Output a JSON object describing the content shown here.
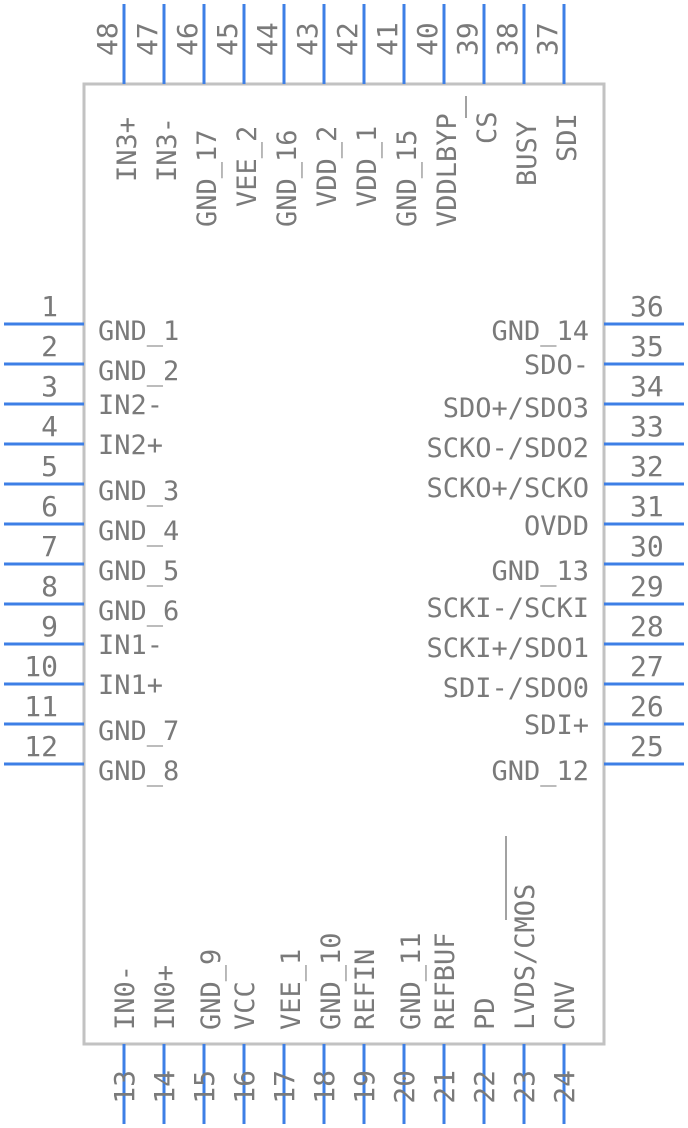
{
  "pins": {
    "left": [
      {
        "num": "1",
        "name": "GND_1"
      },
      {
        "num": "2",
        "name": "GND_2"
      },
      {
        "num": "3",
        "name": "IN2-"
      },
      {
        "num": "4",
        "name": "IN2+"
      },
      {
        "num": "5",
        "name": "GND_3"
      },
      {
        "num": "6",
        "name": "GND_4"
      },
      {
        "num": "7",
        "name": "GND_5"
      },
      {
        "num": "8",
        "name": "GND_6"
      },
      {
        "num": "9",
        "name": "IN1-"
      },
      {
        "num": "10",
        "name": "IN1+"
      },
      {
        "num": "11",
        "name": "GND_7"
      },
      {
        "num": "12",
        "name": "GND_8"
      }
    ],
    "bottom": [
      {
        "num": "13",
        "name": "IN0-"
      },
      {
        "num": "14",
        "name": "IN0+"
      },
      {
        "num": "15",
        "name": "GND_9"
      },
      {
        "num": "16",
        "name": "VCC"
      },
      {
        "num": "17",
        "name": "VEE_1"
      },
      {
        "num": "18",
        "name": "GND_10"
      },
      {
        "num": "19",
        "name": "REFIN"
      },
      {
        "num": "20",
        "name": "GND_11"
      },
      {
        "num": "21",
        "name": "REFBUF"
      },
      {
        "num": "22",
        "name": "PD"
      },
      {
        "num": "23",
        "name": "LVDS/CMOS"
      },
      {
        "num": "24",
        "name": "CNV"
      }
    ],
    "right": [
      {
        "num": "25",
        "name": "GND_12"
      },
      {
        "num": "26",
        "name": "SDI+"
      },
      {
        "num": "27",
        "name": "SDI-/SDO0"
      },
      {
        "num": "28",
        "name": "SCKI+/SDO1"
      },
      {
        "num": "29",
        "name": "SCKI-/SCKI"
      },
      {
        "num": "30",
        "name": "GND_13"
      },
      {
        "num": "31",
        "name": "OVDD"
      },
      {
        "num": "32",
        "name": "SCKO+/SCKO"
      },
      {
        "num": "33",
        "name": "SCKO-/SDO2"
      },
      {
        "num": "34",
        "name": "SDO+/SDO3"
      },
      {
        "num": "35",
        "name": "SDO-"
      },
      {
        "num": "36",
        "name": "GND_14"
      }
    ],
    "top": [
      {
        "num": "37",
        "name": "SDI"
      },
      {
        "num": "38",
        "name": "BUSY"
      },
      {
        "num": "39",
        "name": "CS"
      },
      {
        "num": "40",
        "name": "VDDLBYP"
      },
      {
        "num": "41",
        "name": "GND_15"
      },
      {
        "num": "42",
        "name": "VDD_1"
      },
      {
        "num": "43",
        "name": "VDD_2"
      },
      {
        "num": "44",
        "name": "GND_16"
      },
      {
        "num": "45",
        "name": "VEE_2"
      },
      {
        "num": "46",
        "name": "GND_17"
      },
      {
        "num": "47",
        "name": "IN3-"
      },
      {
        "num": "48",
        "name": "IN3+"
      }
    ]
  },
  "colors": {
    "pin": "#3d7fe6",
    "body": "#c2c2c2",
    "text": "#7a7a7a"
  }
}
